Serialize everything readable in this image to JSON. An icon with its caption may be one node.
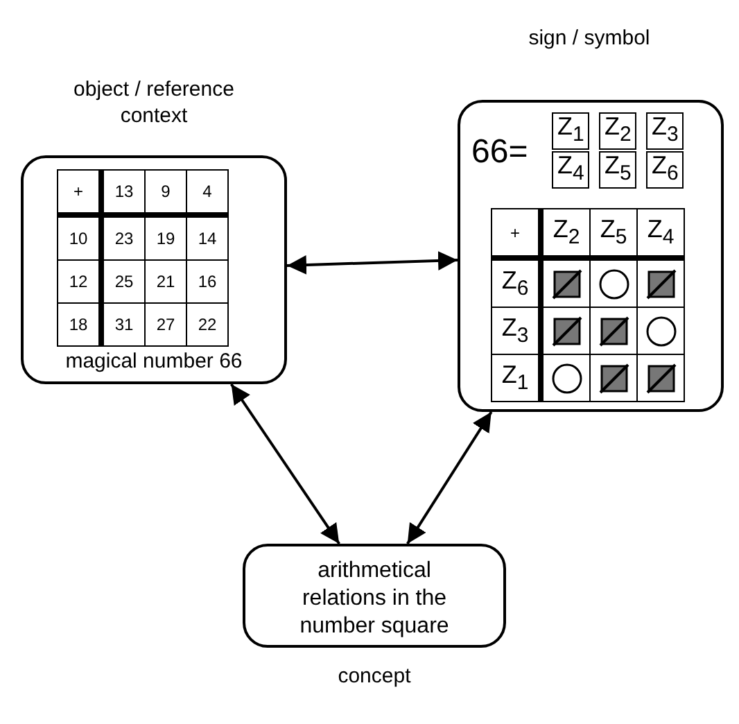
{
  "diagram": {
    "nodes": [
      {
        "text": [
          "object / reference context",
          "magical number 66"
        ]
      },
      {
        "text": [
          "sign / symbol"
        ]
      },
      {
        "text": [
          "arithmetical relations in the number square",
          "concept"
        ]
      }
    ],
    "edges": [
      {
        "from": 0,
        "to": 1,
        "arrow": "both"
      },
      {
        "from": 0,
        "to": 2,
        "arrow": "both"
      },
      {
        "from": 1,
        "to": 2,
        "arrow": "both"
      }
    ],
    "labels": [
      "+",
      "13",
      "9",
      "4",
      "10",
      "23",
      "19",
      "14",
      "12",
      "25",
      "21",
      "16",
      "18",
      "31",
      "27",
      "22",
      "66=",
      "Z$_{1}$",
      "Z$_{2}$",
      "Z$_{3}$",
      "Z$_{4}$",
      "Z$_{5}$",
      "Z$_{6}$",
      "+",
      "Z$_{2}$",
      "Z$_{5}$",
      "Z$_{4}$",
      "Z$_{6}$",
      "Z$_{3}$",
      "Z$_{1}$"
    ]
  }
}
